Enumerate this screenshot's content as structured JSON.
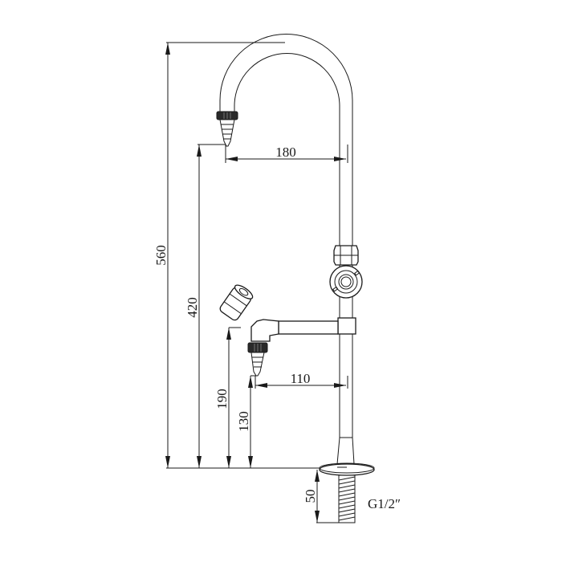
{
  "diagram": {
    "type": "technical-drawing",
    "subject": "laboratory faucet with gooseneck spout and side outlet",
    "units": "mm",
    "dimensions": {
      "overall_height": "560",
      "spout_outlet_height": "420",
      "spout_reach": "180",
      "side_valve_height": "190",
      "side_outlet_height": "130",
      "side_outlet_reach": "110",
      "shank_length": "50"
    },
    "thread_label": "G1/2″"
  }
}
